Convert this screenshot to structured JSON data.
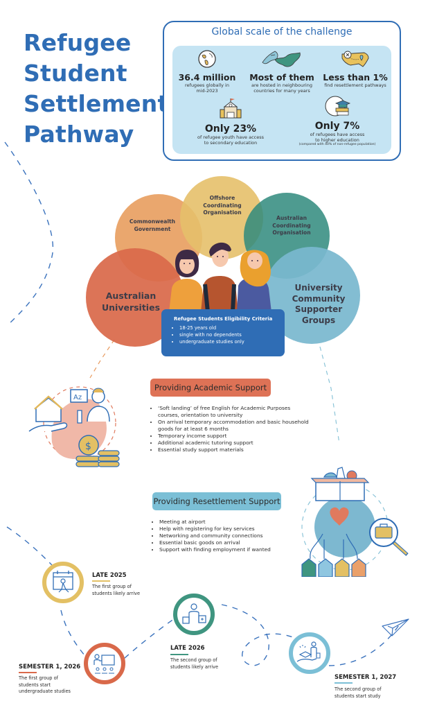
{
  "title_lines": [
    "Refugee",
    "Student",
    "Settlement",
    "Pathway"
  ],
  "colors": {
    "primary_blue": "#2f6db5",
    "light_blue_panel": "#c5e4f3",
    "commonwealth_orange": "#e8a063",
    "offshore_yellow": "#e6c06a",
    "australian_teal": "#2f8a7c",
    "universities_red": "#d9694a",
    "community_blue": "#7ab8cf",
    "academic_pill": "#de7256",
    "resettlement_pill": "#7bbfd6",
    "late2025_ring": "#e3c064",
    "sem2026_ring": "#d9694a",
    "late2026_ring": "#3f9580",
    "sem2027_ring": "#7bbfd6"
  },
  "stats": {
    "heading": "Global scale of the challenge",
    "items": [
      {
        "icon": "globe-icon",
        "headline": "36.4 million",
        "lines": [
          "refugees globally in",
          "mid-2023"
        ]
      },
      {
        "icon": "map-regions-icon",
        "headline": "Most of them",
        "lines": [
          "are hosted in neighbouring",
          "countries for many years"
        ]
      },
      {
        "icon": "us-map-pin-icon",
        "headline": "Less than 1%",
        "lines": [
          "find resettlement pathways"
        ]
      },
      {
        "icon": "school-building-icon",
        "headline": "Only 23%",
        "lines": [
          "of refugee youth have access",
          "to secondary education"
        ]
      },
      {
        "icon": "graduation-globe-icon",
        "headline": "Only 7%",
        "lines": [
          "of refugees have access",
          "to higher education"
        ],
        "note": "(compared with 40% of non-refugee population)"
      }
    ]
  },
  "stakeholders": {
    "commonwealth": [
      "Commonwealth",
      "Government"
    ],
    "offshore": [
      "Offshore",
      "Coordinating",
      "Organisation"
    ],
    "australian_coord": [
      "Australian",
      "Coordinating",
      "Organisation"
    ],
    "universities": [
      "Australian",
      "Universities"
    ],
    "community": [
      "University",
      "Community",
      "Supporter",
      "Groups"
    ]
  },
  "criteria": {
    "title": "Refugee Students Eligibility Criteria",
    "items": [
      "18-25 years old",
      "single with no dependents",
      "undergraduate studies only"
    ]
  },
  "academic": {
    "label": "Providing Academic Support",
    "items": [
      "‘Soft landing’ of free English for Academic Purposes courses, orientation to university",
      "On arrival temporary accommodation and basic household goods for at least 6 months",
      "Temporary income support",
      "Additional academic tutoring support",
      "Essential study support materials"
    ]
  },
  "resettlement": {
    "label": "Providing Resettlement Support",
    "items": [
      "Meeting at airport",
      "Help with registering for key services",
      "Networking and community connections",
      "Essential basic goods on arrival",
      "Support with finding employment if wanted"
    ]
  },
  "timeline": [
    {
      "date": "LATE 2025",
      "lines": [
        "The first group of",
        "students likely arrive"
      ],
      "icon": "calendar-arrival-icon"
    },
    {
      "date": "SEMESTER 1, 2026",
      "lines": [
        "The first group of",
        "students start",
        "undergraduate studies"
      ],
      "icon": "classroom-teacher-icon"
    },
    {
      "date": "LATE 2026",
      "lines": [
        "The second group of",
        "students likely arrive"
      ],
      "icon": "traveller-luggage-icon"
    },
    {
      "date": "SEMESTER 1, 2027",
      "lines": [
        "The second group of",
        "students start study"
      ],
      "icon": "graduate-handover-icon"
    }
  ]
}
